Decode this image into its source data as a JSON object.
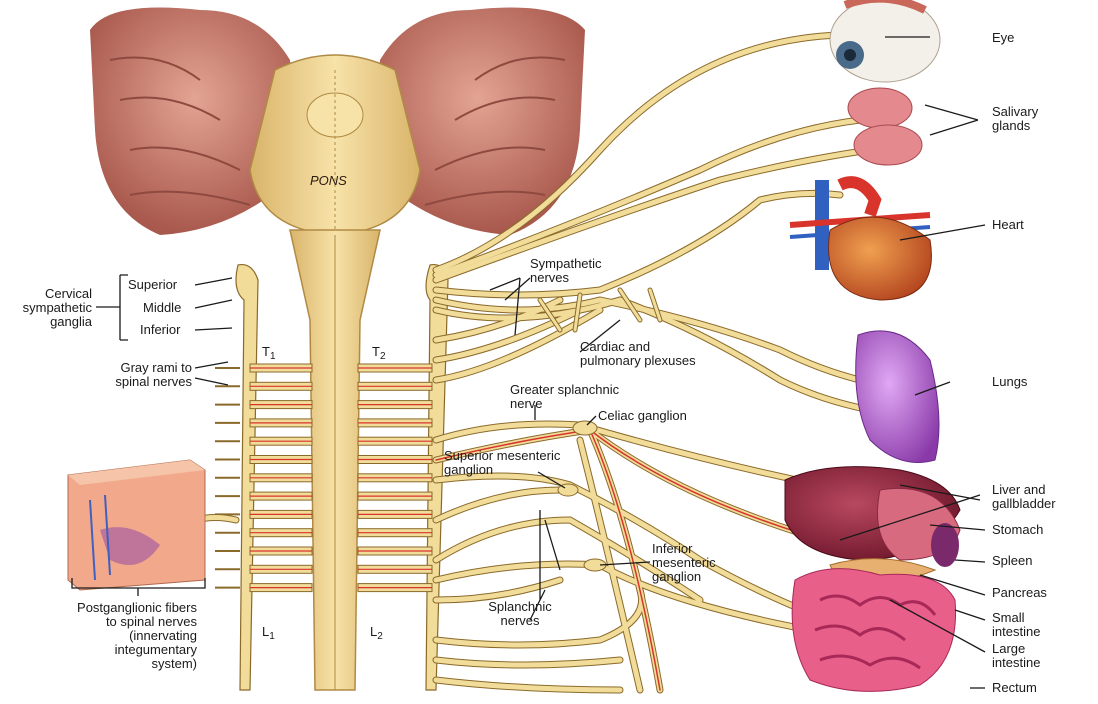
{
  "labels": {
    "pons": "PONS",
    "cervical": [
      "Cervical",
      "sympathetic",
      "ganglia"
    ],
    "superior": "Superior",
    "middle": "Middle",
    "inferior": "Inferior",
    "gray_rami": [
      "Gray rami to",
      "spinal nerves"
    ],
    "t1": "T",
    "t1_sub": "1",
    "t2": "T",
    "t2_sub": "2",
    "l1": "L",
    "l1_sub": "1",
    "l2": "L",
    "l2_sub": "2",
    "sympathetic_nerves": [
      "Sympathetic",
      "nerves"
    ],
    "cardiac": [
      "Cardiac and",
      "pulmonary plexuses"
    ],
    "greater_splanchnic": [
      "Greater splanchnic",
      "nerve"
    ],
    "celiac": "Celiac ganglion",
    "superior_mesenteric": [
      "Superior mesenteric",
      "ganglion"
    ],
    "inferior_mesenteric": [
      "Inferior",
      "mesenteric",
      "ganglion"
    ],
    "splanchnic": [
      "Splanchnic",
      "nerves"
    ],
    "postganglionic": [
      "Postganglionic fibers",
      "to spinal nerves",
      "(innervating",
      "integumentary",
      "system)"
    ],
    "eye": "Eye",
    "salivary": [
      "Salivary",
      "glands"
    ],
    "heart": "Heart",
    "lungs": "Lungs",
    "liver": [
      "Liver and",
      "gallbladder"
    ],
    "stomach": "Stomach",
    "spleen": "Spleen",
    "pancreas": "Pancreas",
    "small_intestine": [
      "Small",
      "intestine"
    ],
    "large_intestine": [
      "Large",
      "intestine"
    ],
    "rectum": "Rectum"
  },
  "colors": {
    "nerve": "#f2dc9a",
    "nerve_edge": "#8a6a2a",
    "artery": "#d8342c",
    "brain": "#c97a6a",
    "cord": "#f1d28e"
  }
}
